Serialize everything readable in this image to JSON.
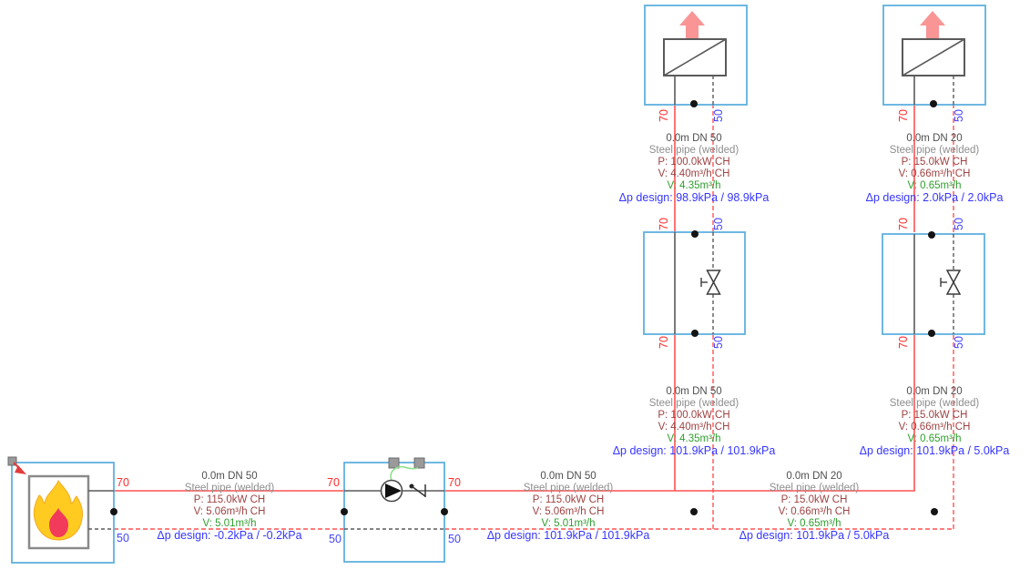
{
  "temps": {
    "supply": "70",
    "return": "50"
  },
  "colors": {
    "pipe-red": "#ff5252",
    "label-red": "#ff2b2b",
    "label-blue": "#4444ff",
    "text-dark": "#4f4f4f",
    "text-gray": "#8e8e8e",
    "text-darkred": "#9e4343",
    "text-green": "#2f9e2f",
    "text-blue": "#3636ff",
    "box-blue": "#5fb0df",
    "arrow-pink": "#f99595",
    "flame-yellow": "#ffcb21",
    "flame-red": "#f23a5a",
    "control-green": "#8ae08a"
  },
  "icons": {
    "boiler": "flame-icon",
    "pump": "pump-icon",
    "check_valve": "check-valve-icon",
    "balancing_valve": "valve-icon",
    "consumer": "heat-exchanger-icon",
    "exhaust": "up-arrow-icon",
    "selection": "red-arrow-marker-icon"
  },
  "pipes": [
    {
      "size": "0.0m DN 50",
      "material": "Steel pipe (welded)",
      "power": "P: 115.0kW CH",
      "flow_ch": "V: 5.06m³/h CH",
      "flow": "V: 5.01m³/h",
      "dp": "Δp design: -0.2kPa / -0.2kPa"
    },
    {
      "size": "0.0m DN 50",
      "material": "Steel pipe (welded)",
      "power": "P: 115.0kW CH",
      "flow_ch": "V: 5.06m³/h CH",
      "flow": "V: 5.01m³/h",
      "dp": "Δp design: 101.9kPa / 101.9kPa"
    },
    {
      "size": "0.0m DN 20",
      "material": "Steel pipe (welded)",
      "power": "P: 15.0kW CH",
      "flow_ch": "V: 0.66m³/h CH",
      "flow": "V: 0.65m³/h",
      "dp": "Δp design: 101.9kPa / 5.0kPa"
    },
    {
      "size": "0.0m DN 50",
      "material": "Steel pipe (welded)",
      "power": "P: 100.0kW CH",
      "flow_ch": "V: 4.40m³/h CH",
      "flow": "V: 4.35m³/h",
      "dp": "Δp design: 98.9kPa / 98.9kPa"
    },
    {
      "size": "0.0m DN 20",
      "material": "Steel pipe (welded)",
      "power": "P: 15.0kW CH",
      "flow_ch": "V: 0.66m³/h CH",
      "flow": "V: 0.65m³/h",
      "dp": "Δp design: 2.0kPa / 2.0kPa"
    },
    {
      "size": "0.0m DN 50",
      "material": "Steel pipe (welded)",
      "power": "P: 100.0kW CH",
      "flow_ch": "V: 4.40m³/h CH",
      "flow": "V: 4.35m³/h",
      "dp": "Δp design: 101.9kPa / 101.9kPa"
    },
    {
      "size": "0.0m DN 20",
      "material": "Steel pipe (welded)",
      "power": "P: 15.0kW CH",
      "flow_ch": "V: 0.66m³/h CH",
      "flow": "V: 0.65m³/h",
      "dp": "Δp design: 101.9kPa / 5.0kPa"
    }
  ]
}
